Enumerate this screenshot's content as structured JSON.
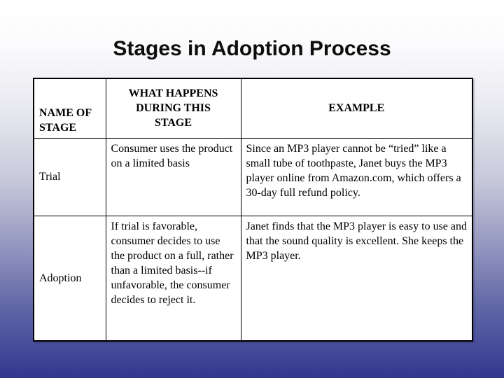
{
  "slide": {
    "title": "Stages in Adoption Process"
  },
  "table": {
    "headers": [
      {
        "label": "NAME OF\nSTAGE"
      },
      {
        "label": "WHAT HAPPENS\nDURING THIS\nSTAGE"
      },
      {
        "label": "EXAMPLE"
      }
    ],
    "rows": [
      {
        "stage": "Trial",
        "what_happens": "Consumer uses the product on a limited basis",
        "example": "Since an MP3 player cannot be “tried” like a small tube of toothpaste, Janet buys the MP3 player online from Amazon.com, which offers a 30-day full refund policy."
      },
      {
        "stage": "Adoption",
        "what_happens": "If trial is favorable, consumer decides to use the product on a full, rather than a limited basis--if unfavorable, the consumer decides to reject it.",
        "example": "Janet finds that the MP3 player is easy to use and that the sound quality is excellent. She keeps the MP3 player."
      }
    ]
  },
  "colors": {
    "background_top": "#ffffff",
    "background_bottom": "#32378f",
    "table_border": "#000000",
    "table_background": "#ffffff",
    "title_color": "#0d0d0d"
  }
}
